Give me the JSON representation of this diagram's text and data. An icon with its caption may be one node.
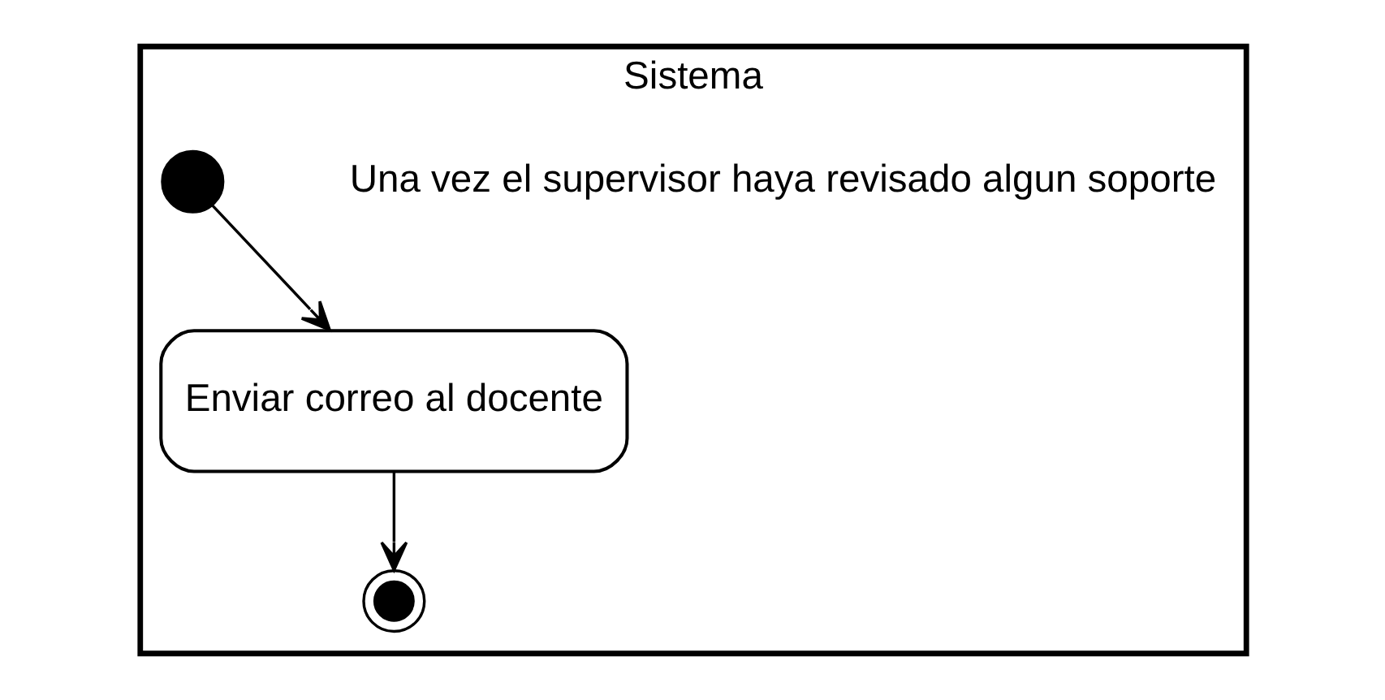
{
  "diagram": {
    "nodes": [
      {
        "text": [
          "Sistema"
        ]
      },
      {
        "text": [],
        "shape": "circle",
        "in": 0
      },
      {
        "text": [
          "Enviar correo al docente"
        ],
        "in": 0
      },
      {
        "text": [],
        "shape": "circle",
        "in": 0
      }
    ],
    "edges": [
      {
        "from": 1,
        "to": 2,
        "arrow": "to"
      },
      {
        "from": 2,
        "to": 3,
        "arrow": "to"
      }
    ],
    "labels": [
      "Una vez el supervisor haya revisado algun soporte"
    ]
  }
}
